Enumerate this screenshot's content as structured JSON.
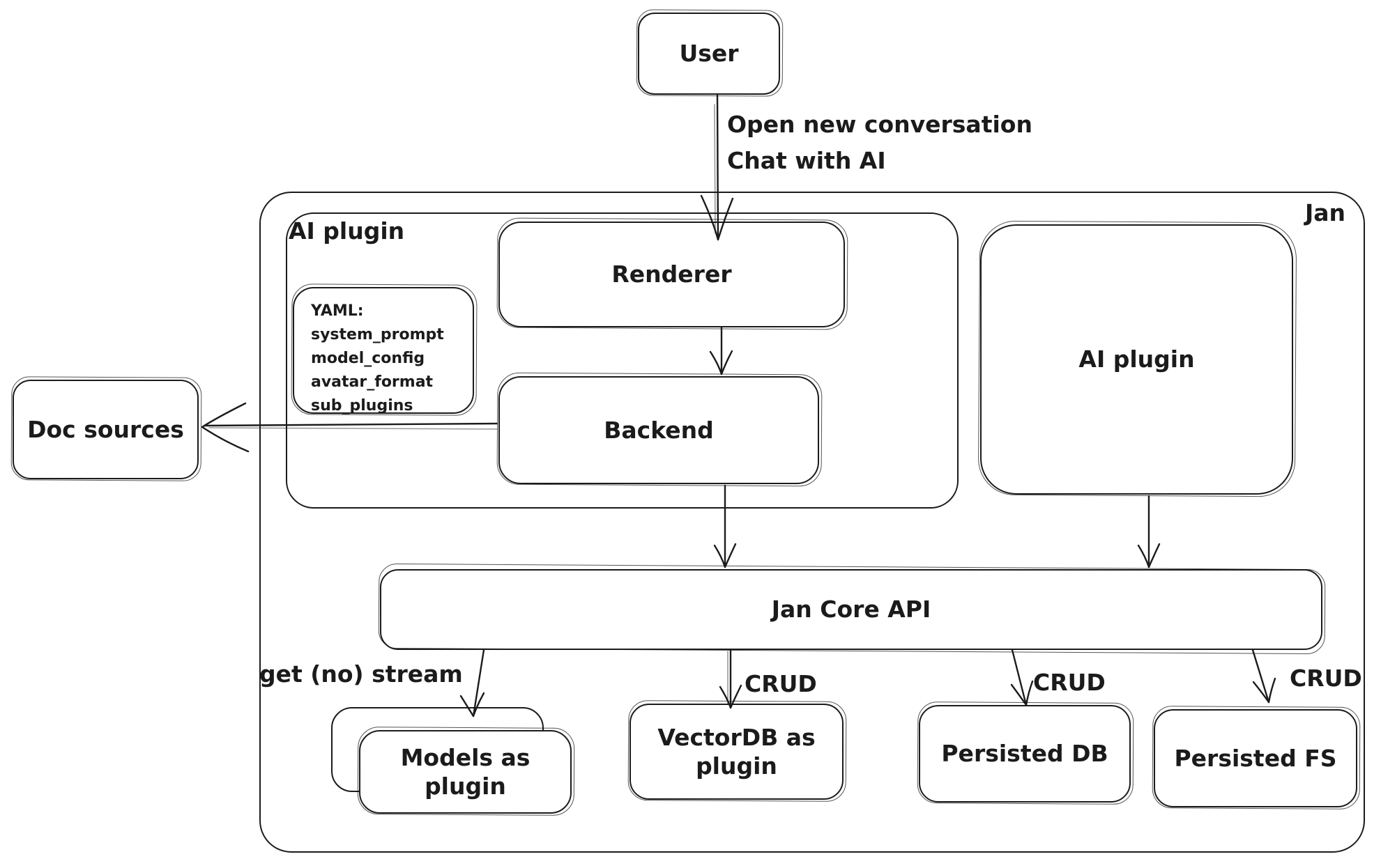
{
  "colors": {
    "background": "#ffffff",
    "ink": "#1b1b1b"
  },
  "nodes": {
    "user": "User",
    "jan_container_label": "Jan",
    "ai_plugin_left_label": "AI plugin",
    "renderer": "Renderer",
    "backend": "Backend",
    "doc_sources": "Doc sources",
    "ai_plugin_right": "AI plugin",
    "jan_core_api": "Jan Core API",
    "models_as_plugin": "Models as plugin",
    "vectordb_as_plugin": "VectorDB as plugin",
    "persisted_db": "Persisted DB",
    "persisted_fs": "Persisted FS"
  },
  "yaml_note": {
    "lines": [
      "YAML:",
      "system_prompt",
      "model_config",
      "avatar_format",
      "sub_plugins"
    ]
  },
  "edge_labels": {
    "open_conversation_line1": "Open new conversation",
    "open_conversation_line2": "Chat with AI",
    "get_no_stream": "get (no) stream",
    "crud_vectordb": "CRUD",
    "crud_persisted_db": "CRUD",
    "crud_persisted_fs": "CRUD"
  }
}
